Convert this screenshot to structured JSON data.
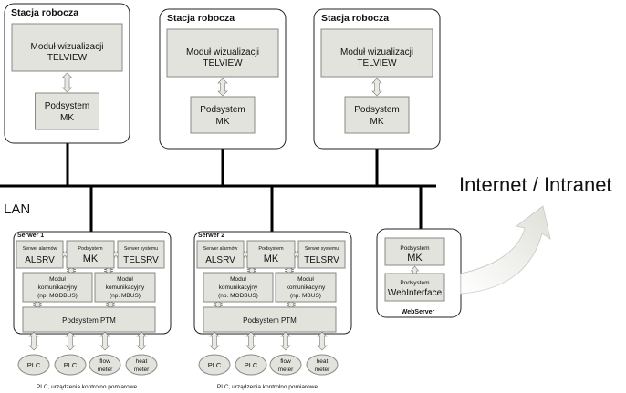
{
  "workstations": [
    {
      "title": "Stacja robocza",
      "viz_line1": "Moduł wizualizacji",
      "viz_line2": "TELVIEW",
      "mk_line1": "Podsystem",
      "mk_line2": "MK"
    },
    {
      "title": "Stacja robocza",
      "viz_line1": "Moduł wizualizacji",
      "viz_line2": "TELVIEW",
      "mk_line1": "Podsystem",
      "mk_line2": "MK"
    },
    {
      "title": "Stacja robocza",
      "viz_line1": "Moduł wizualizacji",
      "viz_line2": "TELVIEW",
      "mk_line1": "Podsystem",
      "mk_line2": "MK"
    }
  ],
  "lan_label": "LAN",
  "internet_label": "Internet / Intranet",
  "servers": [
    {
      "title": "Serwer 1",
      "alarm_small": "Serwer alarmów",
      "alarm_big": "ALSRV",
      "mk_small": "Podsystem",
      "mk_big": "MK",
      "sys_small": "Serwer systemu",
      "sys_big": "TELSRV",
      "modbus": [
        "Moduł",
        "komunikacyjny",
        "(np. MODBUS)"
      ],
      "mbus": [
        "Moduł",
        "komunikacyjny",
        "(np. MBUS)"
      ],
      "ptm": "Podsystem PTM",
      "devices": [
        [
          "PLC"
        ],
        [
          "PLC"
        ],
        [
          "flow",
          "meter"
        ],
        [
          "heat",
          "meter"
        ]
      ],
      "caption": "PLC, urządzenia kontrolno pomiarowe"
    },
    {
      "title": "Serwer 2",
      "alarm_small": "Serwer alarmów",
      "alarm_big": "ALSRV",
      "mk_small": "Podsystem",
      "mk_big": "MK",
      "sys_small": "Serwer systemu",
      "sys_big": "TELSRV",
      "modbus": [
        "Moduł",
        "komunikacyjny",
        "(np. MODBUS)"
      ],
      "mbus": [
        "Moduł",
        "komunikacyjny",
        "(np. MBUS)"
      ],
      "ptm": "Podsystem PTM",
      "devices": [
        [
          "PLC"
        ],
        [
          "PLC"
        ],
        [
          "flow",
          "meter"
        ],
        [
          "heat",
          "meter"
        ]
      ],
      "caption": "PLC, urządzenia kontrolno pomiarowe"
    }
  ],
  "webserver": {
    "mk_small": "Podsystem",
    "mk_big": "MK",
    "wi_small": "Podsystem",
    "wi_big": "WebInterface",
    "title": "WebServer"
  },
  "colors": {
    "box_fill": "#e2e3dc",
    "box_stroke": "#8a8a84",
    "arrow_fill": "#e8e9e2",
    "bus": "#000000"
  }
}
